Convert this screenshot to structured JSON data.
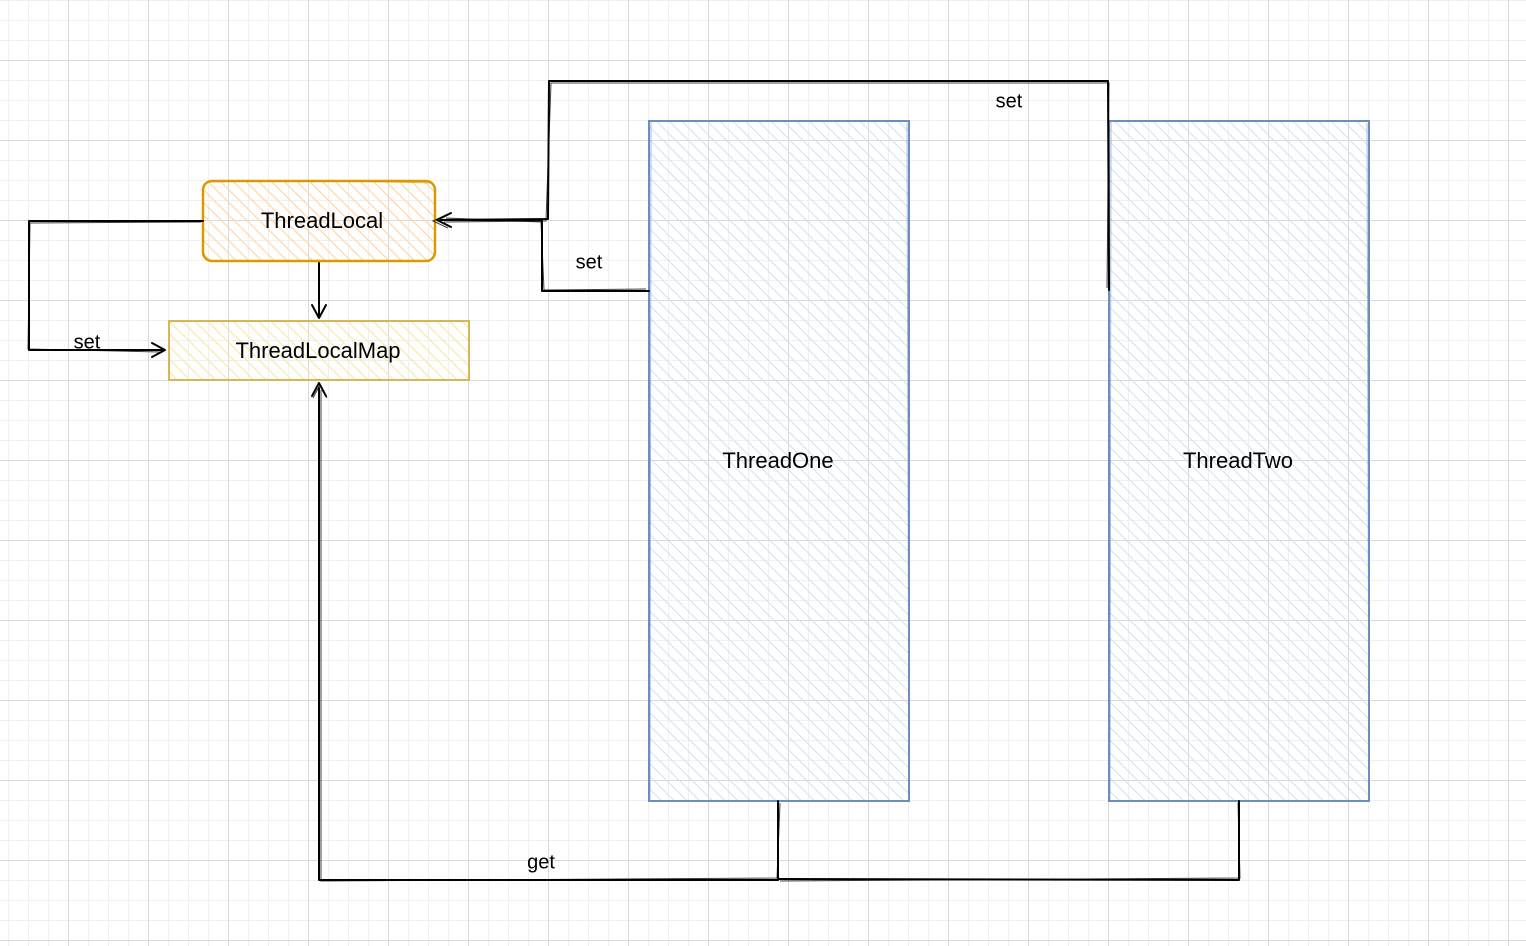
{
  "nodes": {
    "thread_local": {
      "label": "ThreadLocal",
      "stroke": "#d79b00",
      "fill": "#ffe6cc"
    },
    "thread_local_map": {
      "label": "ThreadLocalMap",
      "stroke": "#d6b656",
      "fill": "#fff2cc"
    },
    "thread_one": {
      "label": "ThreadOne",
      "stroke": "#6c8ebf",
      "fill": "#dae8fc"
    },
    "thread_two": {
      "label": "ThreadTwo",
      "stroke": "#6c8ebf",
      "fill": "#dae8fc"
    }
  },
  "edges": {
    "thread_two_set": {
      "label": "set"
    },
    "thread_one_set": {
      "label": "set"
    },
    "local_to_map_set": {
      "label": "set"
    },
    "threads_get": {
      "label": "get"
    }
  }
}
